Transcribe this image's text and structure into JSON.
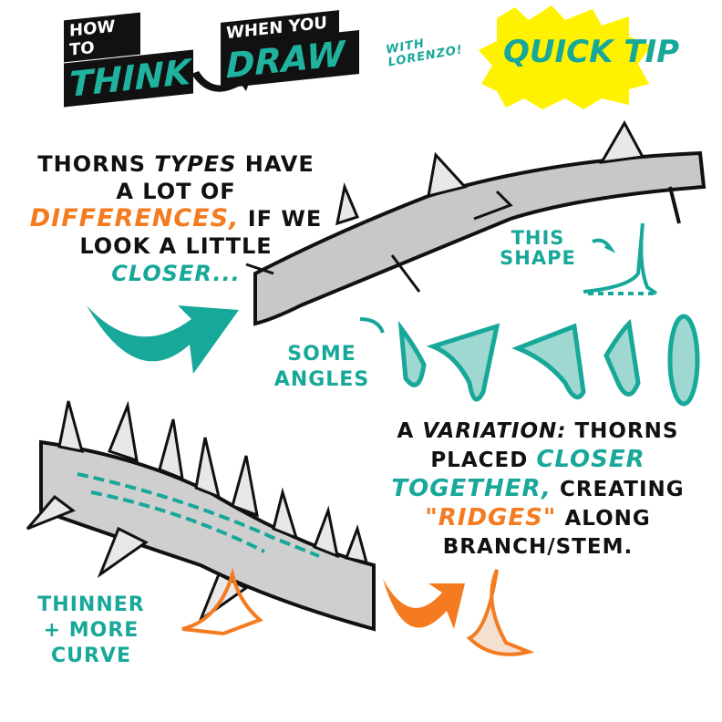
{
  "header": {
    "logo_line1": "HOW TO",
    "logo_line2": "THINK",
    "logo_line3": "WHEN YOU",
    "logo_line4": "DRAW",
    "signature": "WITH LORENZO!",
    "badge": "QUICK TIP"
  },
  "intro": {
    "line1_a": "THORNS ",
    "line1_b": "TYPES",
    "line1_c": " HAVE",
    "line2": "A LOT OF",
    "line3_a": "DIFFERENCES,",
    "line3_b": " IF WE",
    "line4": "LOOK A LITTLE",
    "line5": "CLOSER..."
  },
  "labels": {
    "this_shape": "THIS SHAPE",
    "some_angles": "SOME ANGLES",
    "thinner": "THINNER + MORE CURVE"
  },
  "variation": {
    "line1_a": "A ",
    "line1_b": "VARIATION:",
    "line1_c": " THORNS",
    "line2_a": "PLACED ",
    "line2_b": "CLOSER",
    "line3_a": "TOGETHER,",
    "line3_b": " CREATING",
    "line4_a": "\"RIDGES\"",
    "line4_b": " ALONG",
    "line5": "BRANCH/STEM."
  },
  "colors": {
    "teal": "#18a89a",
    "orange": "#f47b20",
    "yellow": "#fff200",
    "branch_gray": "#c8c8c8",
    "ink": "#111111"
  }
}
